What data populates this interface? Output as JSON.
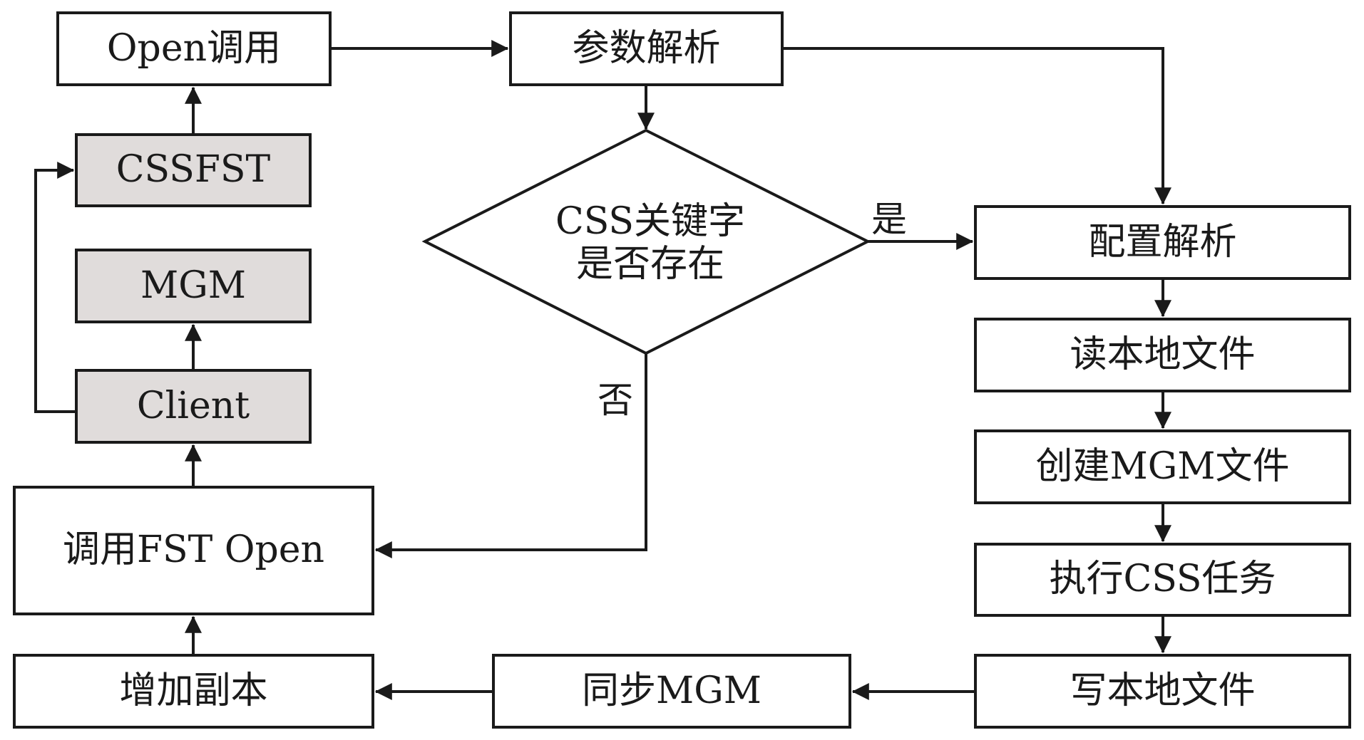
{
  "diagram": {
    "type": "flowchart",
    "colors": {
      "stroke": "#1a1a1a",
      "node_fill": "#ffffff",
      "highlight_fill": "#e0dcdb"
    },
    "nodes": {
      "open_call": {
        "label": "Open调用"
      },
      "param_parse": {
        "label": "参数解析"
      },
      "cssfst": {
        "label": "CSSFST"
      },
      "mgm": {
        "label": "MGM"
      },
      "client": {
        "label": "Client"
      },
      "fst_open": {
        "label": "调用FST Open"
      },
      "add_replica": {
        "label": "增加副本"
      },
      "sync_mgm": {
        "label": "同步MGM"
      },
      "config_parse": {
        "label": "配置解析"
      },
      "read_local": {
        "label": "读本地文件"
      },
      "create_mgm_file": {
        "label": "创建MGM文件"
      },
      "exec_css": {
        "label": "执行CSS任务"
      },
      "write_local": {
        "label": "写本地文件"
      },
      "decision": {
        "line1": "CSS关键字",
        "line2": "是否存在"
      }
    },
    "branch_labels": {
      "yes": "是",
      "no": "否"
    },
    "edges": [
      {
        "from": "open_call",
        "to": "param_parse"
      },
      {
        "from": "param_parse",
        "to": "decision"
      },
      {
        "from": "param_parse",
        "to": "config_parse"
      },
      {
        "from": "decision",
        "to": "config_parse",
        "label": "是"
      },
      {
        "from": "decision",
        "to": "fst_open",
        "label": "否"
      },
      {
        "from": "config_parse",
        "to": "read_local"
      },
      {
        "from": "read_local",
        "to": "create_mgm_file"
      },
      {
        "from": "create_mgm_file",
        "to": "exec_css"
      },
      {
        "from": "exec_css",
        "to": "write_local"
      },
      {
        "from": "write_local",
        "to": "sync_mgm"
      },
      {
        "from": "sync_mgm",
        "to": "add_replica"
      },
      {
        "from": "add_replica",
        "to": "fst_open"
      },
      {
        "from": "fst_open",
        "to": "client"
      },
      {
        "from": "client",
        "to": "mgm"
      },
      {
        "from": "client",
        "to": "cssfst"
      },
      {
        "from": "cssfst",
        "to": "open_call"
      }
    ]
  }
}
